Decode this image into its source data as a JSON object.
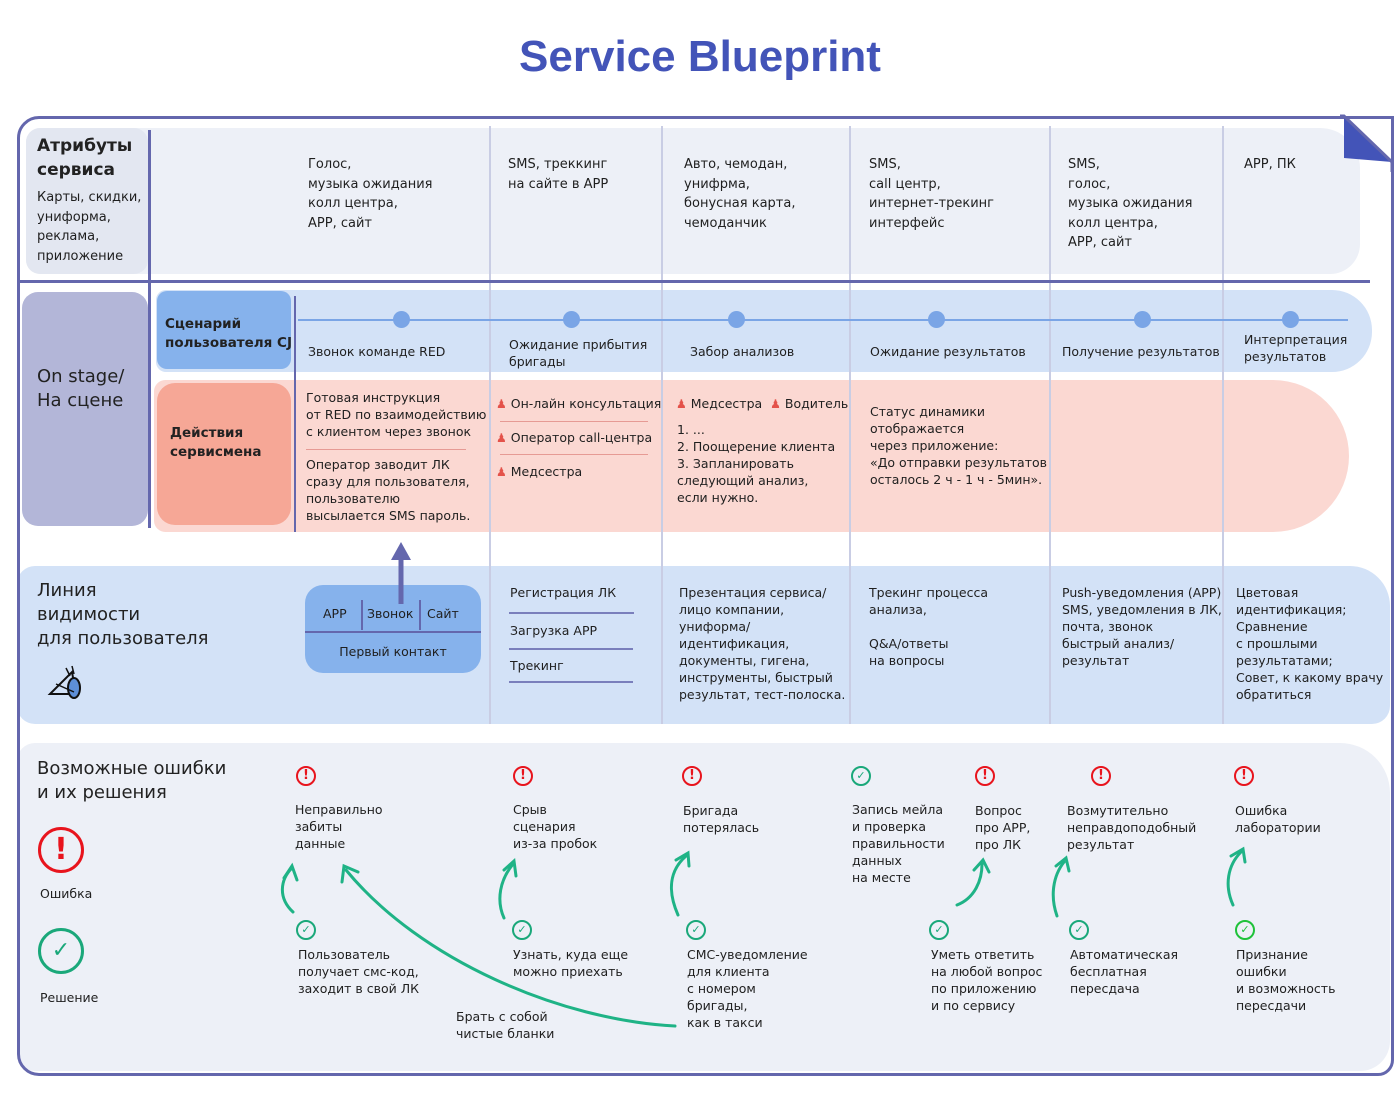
{
  "title": "Service Blueprint",
  "colors": {
    "title": "#4354b8",
    "frame": "#6467ad",
    "attributes_band": "#edf0f7",
    "on_stage_label": "#b3b6d8",
    "cj_band": "#d3e2f7",
    "cj_label": "#86b2ec",
    "actions_band": "#fbd8d2",
    "actions_label": "#f6a796",
    "error": "#e8141d",
    "solution": "#1aa87a",
    "arrow": "#1fb386"
  },
  "attributes": {
    "heading": "Атрибуты\nсервиса",
    "subtext": "Карты, скидки,\nуниформа,\nреклама,\nприложение",
    "columns": [
      "Голос,\nмузыка ожидания\nколл центра,\nAPP, сайт",
      "SMS, треккинг\nна сайте в  APP",
      "Авто, чемодан,\nунифрма,\nбонусная карта,\nчемоданчик",
      "SMS,\ncall центр,\nинтернет-трекинг\nинтерфейс",
      "SMS,\nголос,\nмузыка ожидания\nколл центра,\nAPP, сайт",
      "APP, ПК"
    ]
  },
  "on_stage": {
    "heading": "On stage/\nНа сцене",
    "cj": {
      "label": "Сценарий\nпользователя CJ",
      "steps": [
        "Звонок команде RED",
        "Ожидание прибытия\nбригады",
        "Забор анализов",
        "Ожидание результатов",
        "Получение результатов",
        "Интерпретация\nрезультатов"
      ]
    },
    "actions": {
      "label": "Действия\nсервисмена",
      "col1": [
        "Готовая инструкция\nот RED по взаимодействию\nс клиентом через звонок",
        "Оператор заводит ЛК\nсразу для пользователя,\nпользователю\nвысылается SMS пароль."
      ],
      "col2": [
        "Он-лайн консультация",
        "Оператор call-центра",
        "Медсестра"
      ],
      "col3_roles": [
        "Медсестра",
        "Водитель"
      ],
      "col3_text": "1. ...\n2. Поощерение клиента\n3. Запланировать\nследующий анализ,\nесли нужно.",
      "col4": "Статус динамики\nотображается\nчерез приложение:\n«До отправки результатов\nосталось 2 ч - 1 ч - 5мин»."
    }
  },
  "visibility": {
    "heading": "Линия\nвидимости\nдля пользователя",
    "first_contact": {
      "channels": [
        "APP",
        "Звонок",
        "Сайт"
      ],
      "label": "Первый контакт"
    },
    "col2": [
      "Регистрация ЛК",
      "Загрузка APP",
      "Трекинг"
    ],
    "col3": "Презентация сервиса/\nлицо компании,\nуниформа/\nидентификация,\nдокументы, гигена,\nинструменты, быстрый\nрезультат, тест-полоска.",
    "col4": "Трекинг процесса\nанализа,\n\nQ&A/ответы\nна вопросы",
    "col5": "Push-уведомления (APP)\nSMS, уведомления в ЛК,\nпочта, звонок\nбыстрый анализ/\nрезультат",
    "col6": "Цветовая\nидентификация;\nСравнение\nс прошлыми\nрезультатами;\nСовет, к какому врачу\nобратиться"
  },
  "errors": {
    "heading": "Возможные ошибки\nи их решения",
    "legend_error": "Ошибка",
    "legend_solution": "Решение",
    "issues": [
      {
        "type": "error",
        "text": "Неправильно\nзабиты\nданные"
      },
      {
        "type": "error",
        "text": "Срыв\nсценария\nиз-за пробок"
      },
      {
        "type": "error",
        "text": "Бригада\nпотерялась"
      },
      {
        "type": "solution",
        "text": "Запись мейла\nи проверка\nправильности\nданных\nна месте"
      },
      {
        "type": "error",
        "text": "Вопрос\nпро APP,\nпро ЛК"
      },
      {
        "type": "error",
        "text": "Возмутительно\nнеправдоподобный\nрезультат"
      },
      {
        "type": "error",
        "text": "Ошибка\nлаборатории"
      }
    ],
    "solutions": [
      "Пользователь\nполучает смс-код,\nзаходит в свой ЛК",
      "Узнать, куда еще\nможно приехать",
      "СМС-уведомление\nдля клиента\nс номером\nбригады,\nкак в такси",
      "Уметь ответить\nна любой вопрос\nпо приложению\nи по сервису",
      "Автоматическая\nбесплатная\nпересдача",
      "Признание\nошибки\nи возможность\nпересдачи"
    ],
    "extra_solution": "Брать с собой\nчистые бланки"
  },
  "icons": {
    "error": "!",
    "solution": "✓",
    "person": "person-icon",
    "eye": "eye-icon"
  }
}
